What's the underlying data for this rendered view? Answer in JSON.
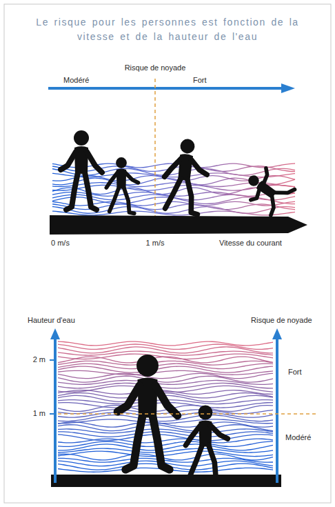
{
  "diagram": {
    "title": "Le risque pour les personnes est fonction de la vitesse et de la hauteur de l'eau",
    "labels": [
      "Risque de noyade",
      "Modéré",
      "Fort",
      "0 m/s",
      "1 m/s",
      "Vitesse du courant",
      "Hauteur d'eau",
      "Risque de noyade",
      "2 m",
      "1 m",
      "Fort",
      "Modéré"
    ]
  }
}
